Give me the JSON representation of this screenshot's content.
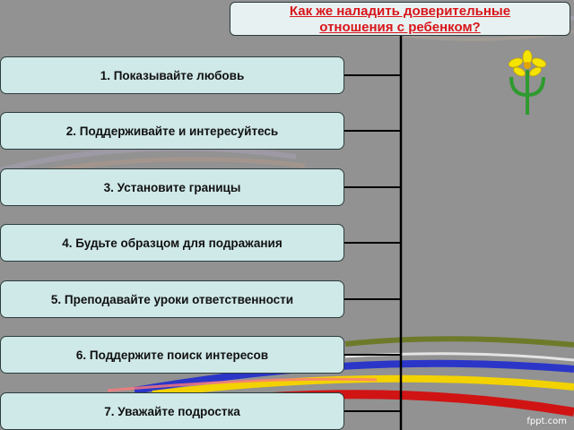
{
  "title": {
    "line1": "Как же наладить доверительные",
    "line2": "отношения с ребенком?"
  },
  "items": [
    {
      "label": "1. Показывайте любовь"
    },
    {
      "label": "2. Поддерживайте и интересуйтесь"
    },
    {
      "label": "3. Установите границы"
    },
    {
      "label": "4. Будьте образцом для подражания"
    },
    {
      "label": "5. Преподавайте уроки ответственности"
    },
    {
      "label": "6. Поддержите поиск интересов"
    },
    {
      "label": "7. Уважайте подростка"
    }
  ],
  "watermark": "fppt.com",
  "colors": {
    "title_text": "#d8151b",
    "box_fill": "#cfe8e8",
    "background": "#929292",
    "connector": "#000000"
  },
  "icons": {
    "logo": "psi-flower-logo-icon"
  }
}
